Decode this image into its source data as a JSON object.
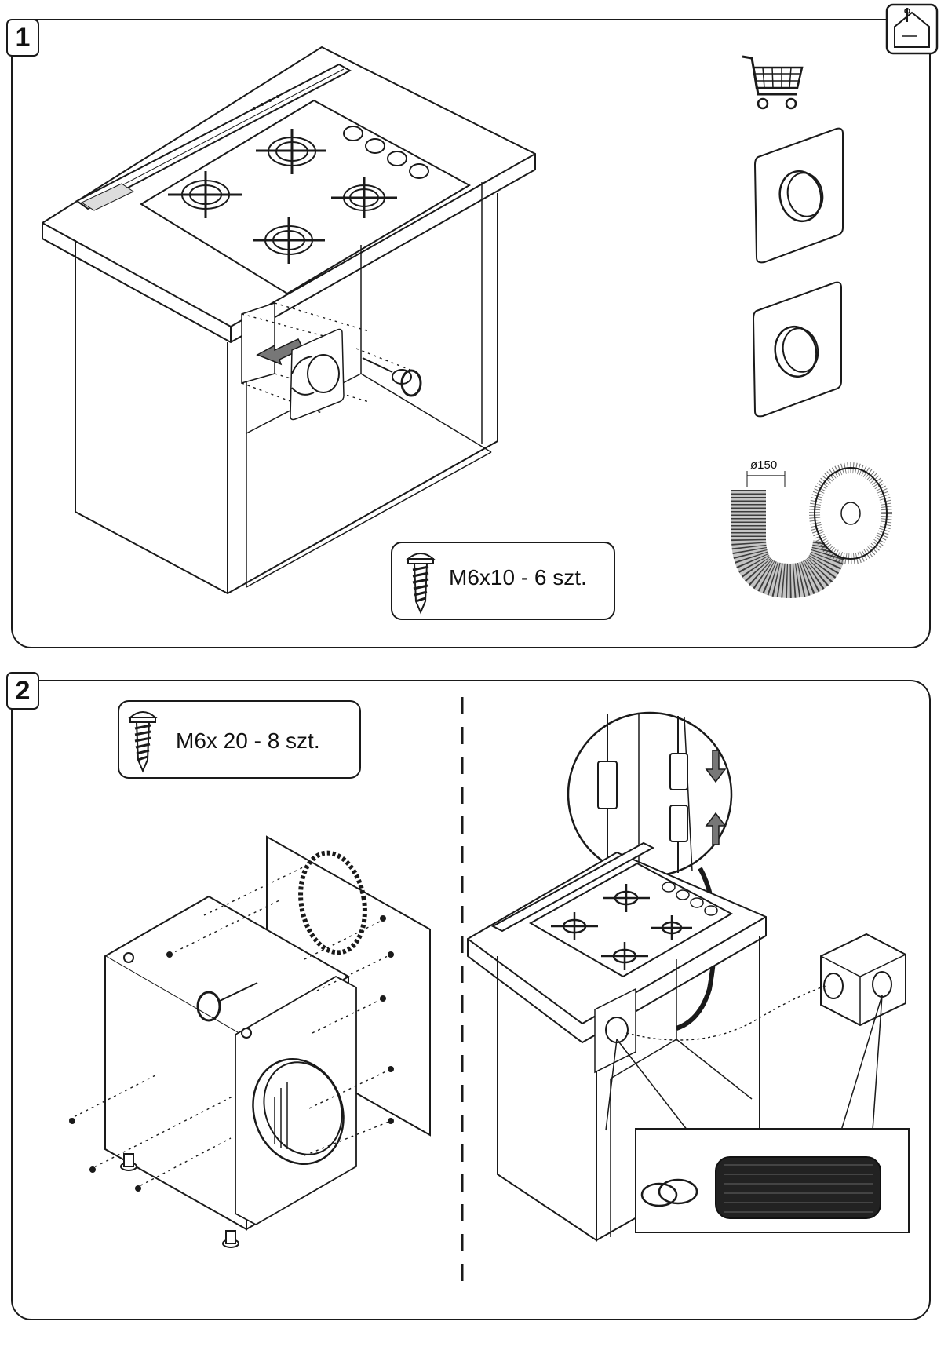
{
  "steps": [
    {
      "number": "1",
      "screws": {
        "label": "M6x10 - 6 szt."
      }
    },
    {
      "number": "2",
      "screws": {
        "label": "M6x 20 - 8 szt."
      }
    }
  ],
  "parts": {
    "duct_diameter": "ø150"
  },
  "icons": {
    "header": "house-installer-icon",
    "shop": "shopping-cart-icon"
  }
}
